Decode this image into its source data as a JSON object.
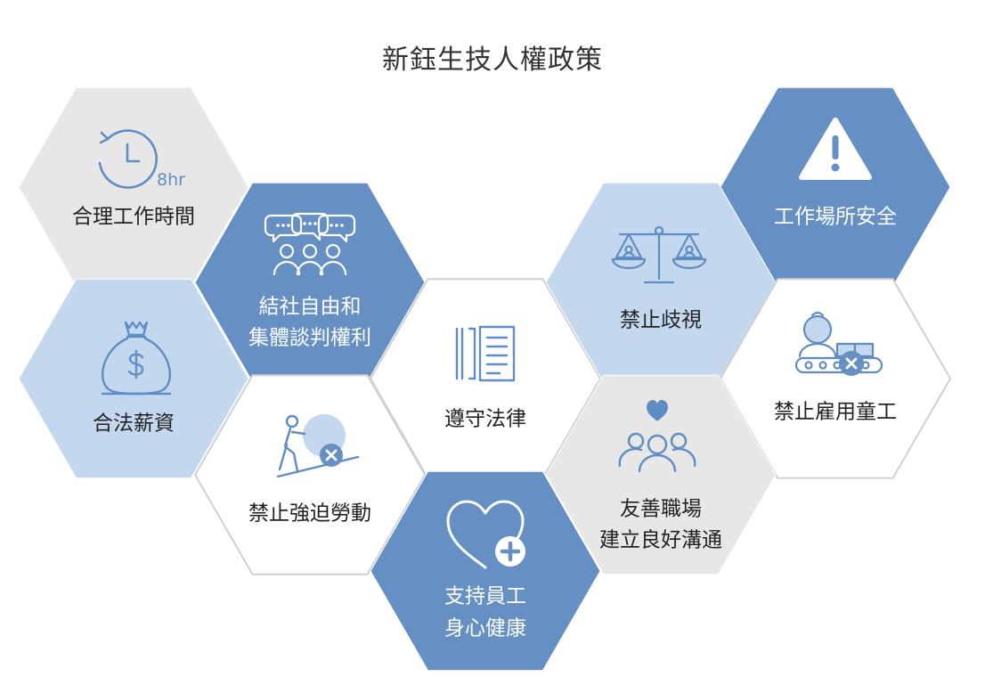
{
  "title": "新鈺生技人權政策",
  "colors": {
    "dark": "#6690c3",
    "light": "#c3d7ef",
    "gray": "#e7e7e7",
    "white": "#ffffff",
    "outline": "#d0d0d0",
    "icon": "#5f8cc2",
    "text_dark": "#222222",
    "text_on_dark": "#ffffff"
  },
  "hexagons": [
    {
      "id": "working-hours",
      "fill": "gray",
      "icon": "clock-8hr-icon",
      "icon_text": "8hr",
      "lines": [
        "合理工作時間"
      ]
    },
    {
      "id": "freedom-of-association",
      "fill": "dark",
      "icon": "group-chat-icon",
      "lines": [
        "結社自由和",
        "集體談判權利"
      ]
    },
    {
      "id": "legal-wage",
      "fill": "light",
      "icon": "money-bag-icon",
      "lines": [
        "合法薪資"
      ]
    },
    {
      "id": "no-forced-labor",
      "fill": "white",
      "icon": "forced-labor-x-icon",
      "lines": [
        "禁止強迫勞動"
      ]
    },
    {
      "id": "comply-law",
      "fill": "white",
      "icon": "law-document-icon",
      "lines": [
        "遵守法律"
      ]
    },
    {
      "id": "employee-health",
      "fill": "dark",
      "icon": "heart-plus-icon",
      "lines": [
        "支持員工",
        "身心健康"
      ]
    },
    {
      "id": "no-discrimination",
      "fill": "light",
      "icon": "balance-scale-icon",
      "lines": [
        "禁止歧視"
      ]
    },
    {
      "id": "workplace-safety",
      "fill": "dark",
      "icon": "warning-triangle-icon",
      "lines": [
        "工作場所安全"
      ]
    },
    {
      "id": "no-child-labor",
      "fill": "white",
      "icon": "child-labor-x-icon",
      "lines": [
        "禁止雇用童工"
      ]
    },
    {
      "id": "friendly-workplace",
      "fill": "gray",
      "icon": "team-heart-icon",
      "lines": [
        "友善職場",
        "建立良好溝通"
      ]
    }
  ]
}
